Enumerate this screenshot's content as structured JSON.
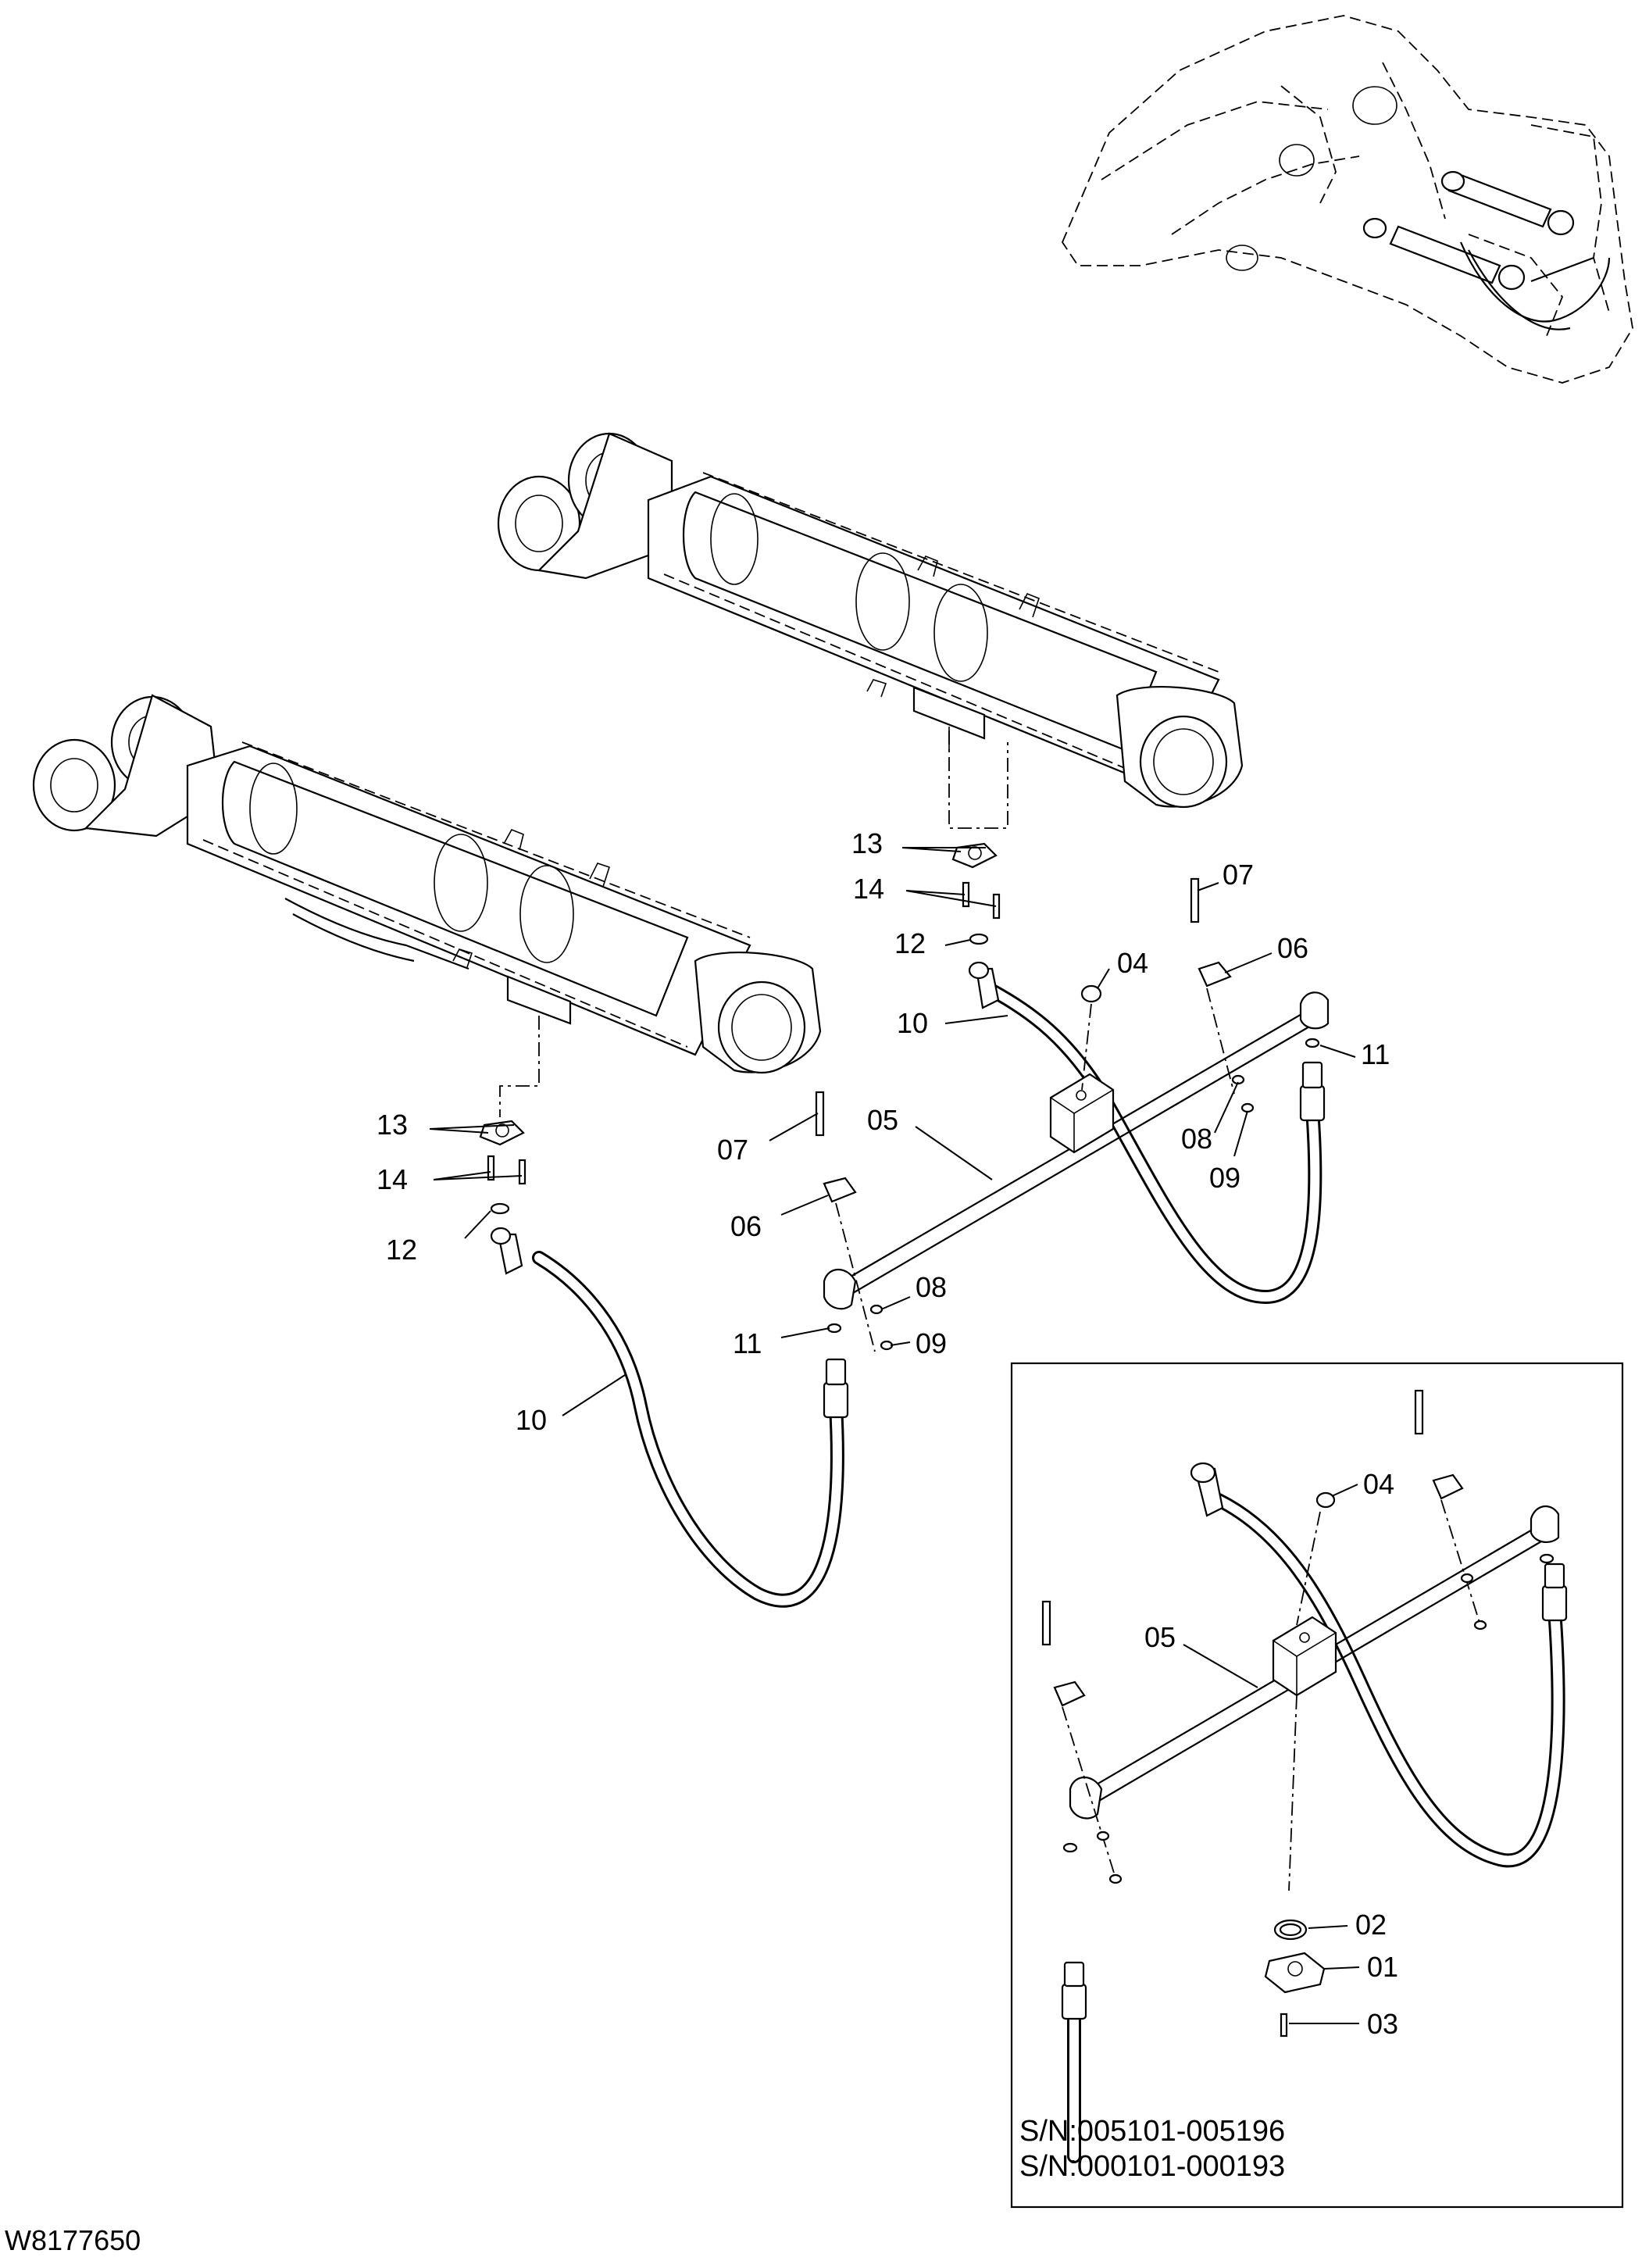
{
  "diagram": {
    "drawing_code": "W8177650",
    "callouts_main": [
      {
        "id": "c-13-a",
        "text": "13"
      },
      {
        "id": "c-14-a",
        "text": "14"
      },
      {
        "id": "c-12-a",
        "text": "12"
      },
      {
        "id": "c-10-a",
        "text": "10"
      },
      {
        "id": "c-04-a",
        "text": "04"
      },
      {
        "id": "c-07-a",
        "text": "07"
      },
      {
        "id": "c-06-a",
        "text": "06"
      },
      {
        "id": "c-11-a",
        "text": "11"
      },
      {
        "id": "c-05-a",
        "text": "05"
      },
      {
        "id": "c-08-a",
        "text": "08"
      },
      {
        "id": "c-09-a",
        "text": "09"
      },
      {
        "id": "c-13-b",
        "text": "13"
      },
      {
        "id": "c-14-b",
        "text": "14"
      },
      {
        "id": "c-12-b",
        "text": "12"
      },
      {
        "id": "c-07-b",
        "text": "07"
      },
      {
        "id": "c-06-b",
        "text": "06"
      },
      {
        "id": "c-08-b",
        "text": "08"
      },
      {
        "id": "c-11-b",
        "text": "11"
      },
      {
        "id": "c-09-b",
        "text": "09"
      },
      {
        "id": "c-10-b",
        "text": "10"
      }
    ],
    "inset": {
      "callouts": [
        {
          "id": "i-04",
          "text": "04"
        },
        {
          "id": "i-05",
          "text": "05"
        },
        {
          "id": "i-02",
          "text": "02"
        },
        {
          "id": "i-01",
          "text": "01"
        },
        {
          "id": "i-03",
          "text": "03"
        }
      ],
      "serial_lines": [
        "S/N:005101-005196",
        "S/N:000101-000193"
      ]
    }
  }
}
